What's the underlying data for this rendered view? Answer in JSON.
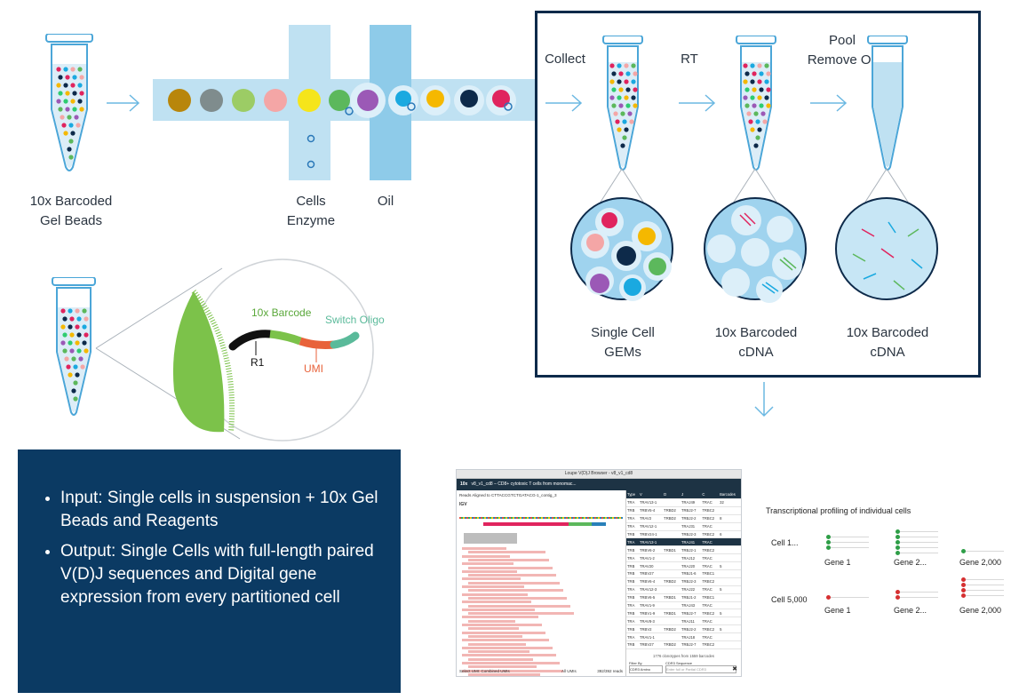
{
  "top": {
    "gel_beads_label": [
      "10x Barcoded",
      "Gel Beads"
    ],
    "cells_enzyme_label": [
      "Cells",
      "Enzyme"
    ],
    "oil_label": "Oil"
  },
  "box": {
    "collect_label": "Collect",
    "rt_label": "RT",
    "pool_label": [
      "Pool",
      "Remove Oil"
    ],
    "gems_label": [
      "Single Cell",
      "GEMs"
    ],
    "cdna1_label": [
      "10x Barcoded",
      "cDNA"
    ],
    "cdna2_label": [
      "10x Barcoded",
      "cDNA"
    ]
  },
  "bead": {
    "barcode_label": "10x Barcode",
    "switch_label": "Switch Oligo",
    "r1_label": "R1",
    "umi_label": "UMI"
  },
  "bullets": [
    "Input: Single cells in suspension + 10x Gel Beads and Reagents",
    "Output: Single Cells with full-length paired V(D)J sequences and Digital gene expression from every partitioned cell"
  ],
  "loupe": {
    "window_title": "Loupe V(D)J Browser - v8_v1_cd8",
    "brand": "10x",
    "tab_title": "v8_v1_cd8 – CD8+ cytotoxic T cells from monomac...",
    "reads_aligned": "Reads Aligned to CTTACCGTCTGATACG-1_contig_3",
    "igv_label": "IGV",
    "select_umi": "Select UMI: Combined UMIs",
    "all_umis": "All UMIs",
    "reads_count": "392/392 reads",
    "clonotypes_footer": "1776 clonotypes from 1559 barcodes",
    "filter_by": "Filter By",
    "cdr3_seq": "CDR3 Sequence",
    "cdr3_amino": "CDR3 Amino",
    "search_placeholder": "Enter full or Partial CDR3",
    "headers": [
      "Type",
      "V",
      "D",
      "J",
      "C",
      "Barcodes"
    ],
    "rows": [
      [
        "TRA",
        "TRAV13-1",
        "",
        "TRAJ49",
        "TRAC",
        "32"
      ],
      [
        "TRB",
        "TRBV5-4",
        "TRBD2",
        "TRBJ2-7",
        "TRBC2",
        ""
      ],
      [
        "TRA",
        "TRAV2",
        "TRBD2",
        "TRBJ2-2",
        "TRBC2",
        "8"
      ],
      [
        "TRA",
        "TRAV12-1",
        "",
        "TRAJ31",
        "TRAC",
        ""
      ],
      [
        "TRB",
        "TRBV24-1",
        "",
        "TRBJ2-3",
        "TRBC2",
        "6"
      ],
      [
        "TRA",
        "TRAV13-1",
        "",
        "TRAJ41",
        "TRAC",
        ""
      ],
      [
        "TRB",
        "TRBV6-2",
        "TRBD1",
        "TRBJ2-1",
        "TRBC2",
        ""
      ],
      [
        "TRA",
        "TRAV1-2",
        "",
        "TRAJ12",
        "TRAC",
        ""
      ],
      [
        "TRB",
        "TRAV20",
        "",
        "TRAJ20",
        "TRAC",
        "5"
      ],
      [
        "TRB",
        "TRBV27",
        "",
        "TRBJ1-6",
        "TRBC1",
        ""
      ],
      [
        "TRB",
        "TRBV6-4",
        "TRBD2",
        "TRBJ2-3",
        "TRBC2",
        ""
      ],
      [
        "TRA",
        "TRAV12-3",
        "",
        "TRAJ22",
        "TRAC",
        "5"
      ],
      [
        "TRB",
        "TRBV6-5",
        "TRBD1",
        "TRBJ1-2",
        "TRBC1",
        ""
      ],
      [
        "TRA",
        "TRAV1-9",
        "",
        "TRAJ43",
        "TRAC",
        ""
      ],
      [
        "TRB",
        "TRBV1-9",
        "TRBD1",
        "TRBJ2-7",
        "TRBC2",
        "5"
      ],
      [
        "TRA",
        "TRAV8-3",
        "",
        "TRAJ11",
        "TRAC",
        ""
      ],
      [
        "TRB",
        "TRBV2",
        "TRBD2",
        "TRBJ2-2",
        "TRBC2",
        "5"
      ],
      [
        "TRA",
        "TRAV1-1",
        "",
        "TRAJ18",
        "TRAC",
        ""
      ],
      [
        "TRB",
        "TRBV27",
        "TRBD2",
        "TRBJ2-7",
        "TRBC2",
        ""
      ]
    ]
  },
  "profiling": {
    "title": "Transcriptional profiling of individual cells",
    "cell1": "Cell 1...",
    "cell5000": "Cell 5,000",
    "genes": [
      "Gene 1",
      "Gene 2...",
      "Gene 2,000"
    ],
    "green": "#2e9e47",
    "red": "#d63031"
  },
  "colors": {
    "channel": "#bfe1f2",
    "dark_channel": "#7fc1e3",
    "panel": "#0b3a63",
    "bead_green": "#7cc24a"
  }
}
